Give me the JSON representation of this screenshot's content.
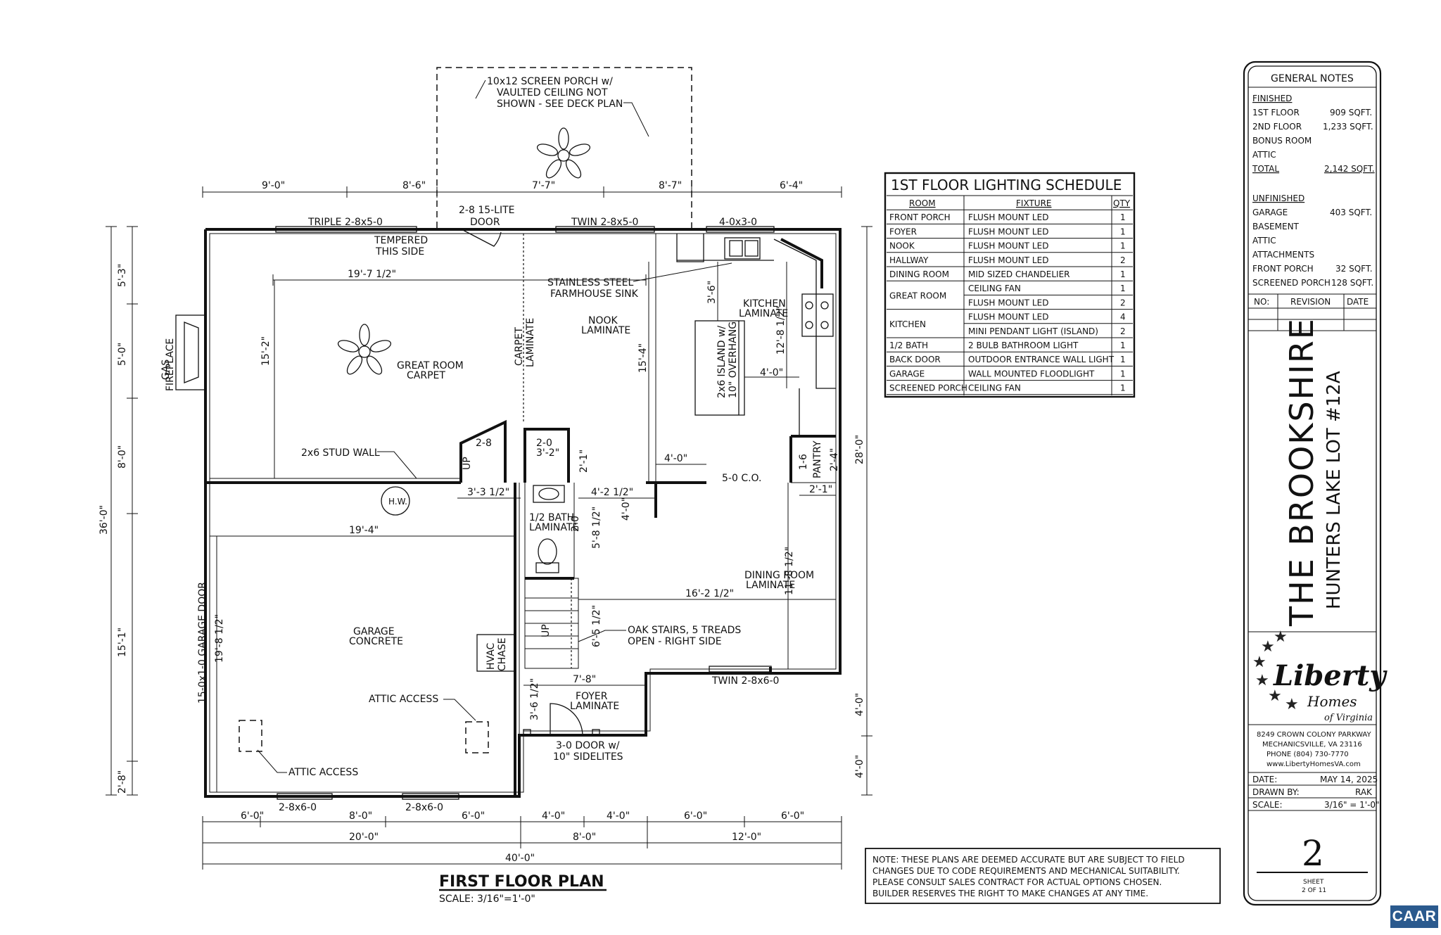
{
  "plan": {
    "title": "FIRST FLOOR PLAN",
    "scale": "SCALE: 3/16\"=1'-0\"",
    "porch_note": [
      "10x12 SCREEN PORCH w/",
      "VAULTED CEILING NOT",
      "SHOWN - SEE DECK PLAN"
    ],
    "dims_top": [
      "9'-0\"",
      "8'-6\"",
      "7'-7\"",
      "8'-7\"",
      "6'-4\""
    ],
    "dims_bottom_row1": [
      "6'-0\"",
      "8'-0\"",
      "6'-0\"",
      "4'-0\"",
      "4'-0\"",
      "6'-0\"",
      "6'-0\""
    ],
    "dims_bottom_row2": [
      "20'-0\"",
      "8'-0\"",
      "12'-0\""
    ],
    "dims_bottom_total": "40'-0\"",
    "dims_left_outer": "36'-0\"",
    "dims_left": [
      "5'-3\"",
      "5'-0\"",
      "8'-0\"",
      "15'-1\"",
      "2'-8\""
    ],
    "dims_right_outer": "28'-0\"",
    "dims_right": [
      "4'-0\"",
      "4'-0\""
    ],
    "windows": {
      "triple": "TRIPLE 2-8x5-0",
      "door_15lite": [
        "2-8 15-LITE",
        "DOOR"
      ],
      "twin_top": "TWIN 2-8x5-0",
      "kitchen_win": "4-0x3-0",
      "twin_dining": "TWIN 2-8x6-0",
      "garage_win1": "2-8x6-0",
      "garage_win2": "2-8x6-0"
    },
    "labels": {
      "tempered": [
        "TEMPERED",
        "THIS SIDE"
      ],
      "great_room": [
        "GREAT ROOM",
        "CARPET"
      ],
      "gr_width": "19'-7 1/2\"",
      "gr_depth": "15'-2\"",
      "gas_fireplace": [
        "GAS",
        "FIREPLACE"
      ],
      "carpet_laminate": [
        "CARPET",
        "LAMINATE"
      ],
      "nook": [
        "NOOK",
        "LAMINATE"
      ],
      "sink": [
        "STAINLESS STEEL",
        "FARMHOUSE SINK"
      ],
      "kitchen": [
        "KITCHEN",
        "LAMINATE"
      ],
      "island": [
        "2x6 ISLAND w/",
        "10\" OVERHANG"
      ],
      "k_3_6": "3'-6\"",
      "k_12_8": "12'-8 1/2\"",
      "k_4_0": "4'-0\"",
      "nook_15_4": "15'-4\"",
      "stud_wall": "2x6 STUD WALL",
      "hw": "H.W.",
      "d_2_8": "2-8",
      "d_2_0": "2-0",
      "d_3_2": "3'-2\"",
      "d_2_1a": "2'-1\"",
      "d_3_3": "3'-3 1/2\"",
      "d_4_0": "4'-0\"",
      "d_4_2": "4'-2 1/2\"",
      "d_4_0v": "4'-0\"",
      "co": "5-0 C.O.",
      "pantry": "PANTRY",
      "p_1_6": "1-6",
      "p_2_4": "2'-4\"",
      "p_2_1": "2'-1\"",
      "half_bath": [
        "1/2 BATH",
        "LAMINATE"
      ],
      "hb_2_0": "2-0",
      "hb_5_8": "5'-8 1/2\"",
      "garage_width": "19'-4\"",
      "garage": [
        "GARAGE",
        "CONCRETE"
      ],
      "garage_depth": "19'-8 1/2\"",
      "garage_door": "15-0x1-0 GARAGE DOOR",
      "hvac": [
        "HVAC",
        "CHASE"
      ],
      "attic1": "ATTIC ACCESS",
      "attic2": "ATTIC ACCESS",
      "dining": [
        "DINING ROOM",
        "LAMINATE"
      ],
      "dining_w": "16'-2 1/2\"",
      "dining_d": "11'-8 1/2\"",
      "stairs_note": [
        "OAK STAIRS, 5 TREADS",
        "OPEN - RIGHT SIDE"
      ],
      "stairs_6_5": "6'-5 1/2\"",
      "up": "UP",
      "foyer": [
        "FOYER",
        "LAMINATE"
      ],
      "foyer_7_8": "7'-8\"",
      "foyer_3_6": "3'-6 1/2\"",
      "front_door": [
        "3-0 DOOR w/",
        "10\" SIDELITES"
      ]
    }
  },
  "lighting": {
    "title": "1ST FLOOR LIGHTING SCHEDULE",
    "headers": [
      "ROOM",
      "FIXTURE",
      "QTY"
    ],
    "rows": [
      {
        "room": "FRONT PORCH",
        "fixture": "FLUSH MOUNT LED",
        "qty": "1"
      },
      {
        "room": "FOYER",
        "fixture": "FLUSH MOUNT LED",
        "qty": "1"
      },
      {
        "room": "NOOK",
        "fixture": "FLUSH MOUNT LED",
        "qty": "1"
      },
      {
        "room": "HALLWAY",
        "fixture": "FLUSH MOUNT LED",
        "qty": "2"
      },
      {
        "room": "DINING ROOM",
        "fixture": "MID SIZED CHANDELIER",
        "qty": "1"
      },
      {
        "room": "GREAT ROOM",
        "fixture": "CEILING FAN",
        "qty": "1"
      },
      {
        "room": "",
        "fixture": "FLUSH MOUNT LED",
        "qty": "2"
      },
      {
        "room": "KITCHEN",
        "fixture": "FLUSH MOUNT LED",
        "qty": "4"
      },
      {
        "room": "",
        "fixture": "MINI PENDANT LIGHT (ISLAND)",
        "qty": "2"
      },
      {
        "room": "1/2 BATH",
        "fixture": "2 BULB BATHROOM LIGHT",
        "qty": "1"
      },
      {
        "room": "BACK DOOR",
        "fixture": "OUTDOOR ENTRANCE WALL LIGHT",
        "qty": "1"
      },
      {
        "room": "GARAGE",
        "fixture": "WALL MOUNTED FLOODLIGHT",
        "qty": "1"
      },
      {
        "room": "SCREENED PORCH",
        "fixture": "CEILING FAN",
        "qty": "1"
      }
    ]
  },
  "note": [
    "NOTE: THESE PLANS ARE DEEMED ACCURATE BUT ARE SUBJECT TO FIELD",
    "CHANGES DUE TO CODE REQUIREMENTS AND MECHANICAL SUITABILITY.",
    "PLEASE CONSULT SALES CONTRACT FOR ACTUAL OPTIONS CHOSEN.",
    "BUILDER RESERVES THE RIGHT TO MAKE CHANGES AT ANY TIME."
  ],
  "titleblock": {
    "general_notes": "GENERAL NOTES",
    "finished": "FINISHED",
    "finished_rows": [
      {
        "label": "1ST FLOOR",
        "value": "909 SQFT."
      },
      {
        "label": "2ND FLOOR",
        "value": "1,233 SQFT."
      },
      {
        "label": "BONUS ROOM",
        "value": ""
      },
      {
        "label": "ATTIC",
        "value": ""
      }
    ],
    "total_label": "TOTAL",
    "total_value": "2,142 SQFT.",
    "unfinished": "UNFINISHED",
    "unfinished_rows": [
      {
        "label": "GARAGE",
        "value": "403 SQFT."
      },
      {
        "label": "BASEMENT",
        "value": ""
      },
      {
        "label": "ATTIC",
        "value": ""
      },
      {
        "label": "ATTACHMENTS",
        "value": ""
      },
      {
        "label": "FRONT PORCH",
        "value": "32 SQFT."
      },
      {
        "label": "SCREENED PORCH",
        "value": "128 SQFT."
      }
    ],
    "rev_headers": [
      "NO:",
      "REVISION",
      "DATE"
    ],
    "project_name": "THE BROOKSHIRE",
    "project_lot": "HUNTERS LAKE LOT #12A",
    "logo": {
      "word1": "Liberty",
      "word2": "Homes",
      "word3": "of Virginia"
    },
    "address": [
      "8249 CROWN COLONY PARKWAY",
      "MECHANICSVILLE, VA 23116",
      "PHONE (804) 730-7770",
      "www.LibertyHomesVA.com"
    ],
    "date_label": "DATE:",
    "date_value": "MAY 14, 2025",
    "drawn_label": "DRAWN BY:",
    "drawn_value": "RAK",
    "scale_label": "SCALE:",
    "scale_value": "3/16\" = 1'-0\"",
    "sheet_number": "2",
    "sheet_label": "SHEET",
    "sheet_of": "2 OF 11"
  },
  "badge": {
    "text": "CAAR"
  },
  "colors": {
    "line": "#111111",
    "badge": "#2b5a8e"
  }
}
